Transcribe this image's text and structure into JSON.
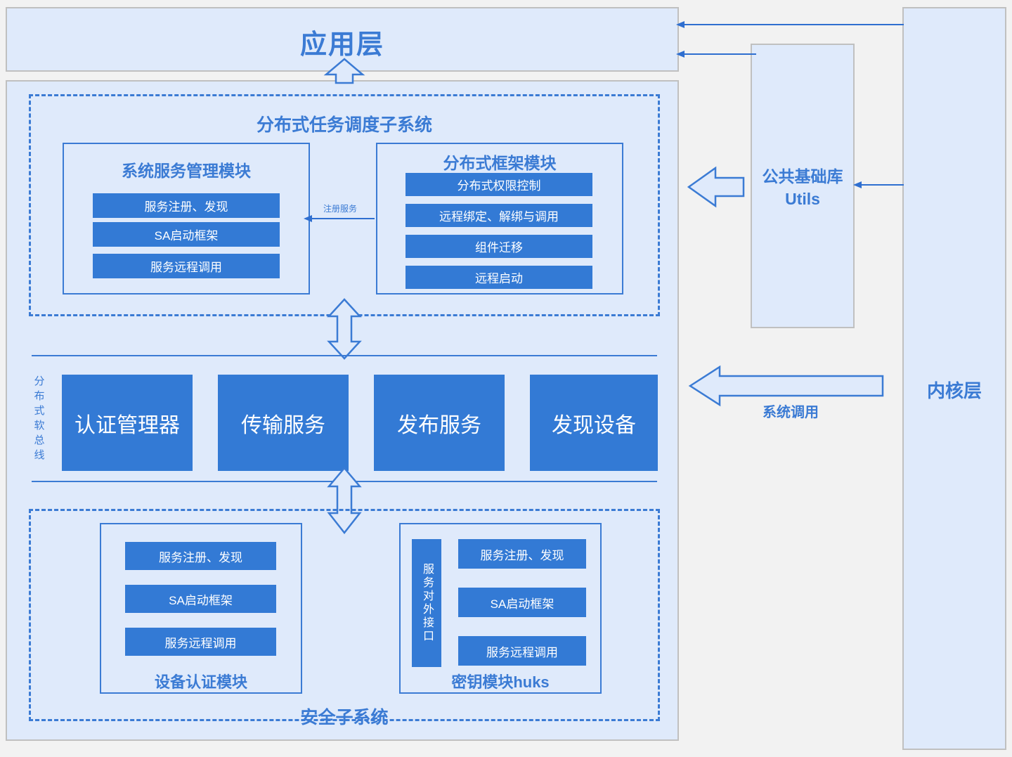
{
  "diagram": {
    "title": "OpenHarmony distributed architecture",
    "colors": {
      "accent": "#3b7bd4",
      "solid_blue": "#337ad5",
      "panel_fill": "#dfeafb",
      "page_bg": "#f2f2f2",
      "gray_border": "#c0c0c0",
      "white_text": "#ffffff"
    }
  },
  "app_layer": {
    "title": "应用层"
  },
  "kernel_layer": {
    "title": "内核层"
  },
  "utils": {
    "line1": "公共基础库",
    "line2": "Utils"
  },
  "syscall": {
    "label": "系统调用"
  },
  "scheduling_subsystem": {
    "title": "分布式任务调度子系统",
    "register_arrow_label": "注册服务",
    "system_service_module": {
      "title": "系统服务管理模块",
      "items": [
        "服务注册、发现",
        "SA启动框架",
        "服务远程调用"
      ]
    },
    "distributed_framework_module": {
      "title": "分布式框架模块",
      "items": [
        "分布式权限控制",
        "远程绑定、解绑与调用",
        "组件迁移",
        "远程启动"
      ]
    }
  },
  "soft_bus": {
    "vertical_label": "分布式软总线",
    "services": [
      "认证管理器",
      "传输服务",
      "发布服务",
      "发现设备"
    ]
  },
  "security_subsystem": {
    "title": "安全子系统",
    "device_auth_module": {
      "title": "设备认证模块",
      "items": [
        "服务注册、发现",
        "SA启动框架",
        "服务远程调用"
      ]
    },
    "huks_module": {
      "title": "密钥模块huks",
      "external_interface": "服务对外接口",
      "items": [
        "服务注册、发现",
        "SA启动框架",
        "服务远程调用"
      ]
    }
  }
}
